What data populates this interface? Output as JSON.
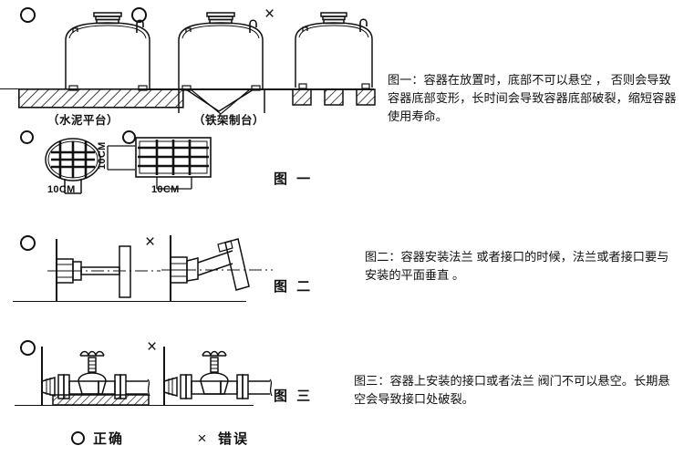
{
  "document": {
    "title": "容器安装注意事项图解",
    "language": "zh-CN",
    "background_color": "#ffffff",
    "line_color": "#111111"
  },
  "marks": {
    "correct_symbol": "○",
    "wrong_symbol": "×",
    "correct_icon_name": "circle-correct-icon",
    "wrong_icon_name": "cross-wrong-icon"
  },
  "figures": [
    {
      "id": "figure-one",
      "label": "图 一",
      "panels": [
        {
          "mark": "correct",
          "caption": "（水泥平台）"
        },
        {
          "mark": "correct",
          "caption": "（铁架制台）"
        },
        {
          "mark": "wrong",
          "caption": ""
        }
      ],
      "details": [
        {
          "shape": "circle-grid",
          "dimension": "10CM"
        },
        {
          "shape": "rect-grid",
          "dimension_horizontal": "10CM",
          "dimension_vertical": "10CM"
        }
      ],
      "text": "图一：容器在放置时，底部不可以悬空 ， 否则会导致容器底部变形，长时间会导致容器底部破裂，缩短容器使用寿命。"
    },
    {
      "id": "figure-two",
      "label": "图 二",
      "panels": [
        {
          "mark": "correct",
          "caption": ""
        },
        {
          "mark": "wrong",
          "caption": ""
        }
      ],
      "text": "图二：容器安装法兰 或者接口的时候，法兰或者接口要与安装的平面垂直 。"
    },
    {
      "id": "figure-three",
      "label": "图 三",
      "panels": [
        {
          "mark": "correct",
          "caption": ""
        },
        {
          "mark": "wrong",
          "caption": ""
        }
      ],
      "text": "图三：容器上安装的接口或者法兰 阀门不可以悬空。长期悬空会导致接口处破裂。"
    }
  ],
  "legend": {
    "correct_label": "正确",
    "wrong_label": "错误"
  }
}
